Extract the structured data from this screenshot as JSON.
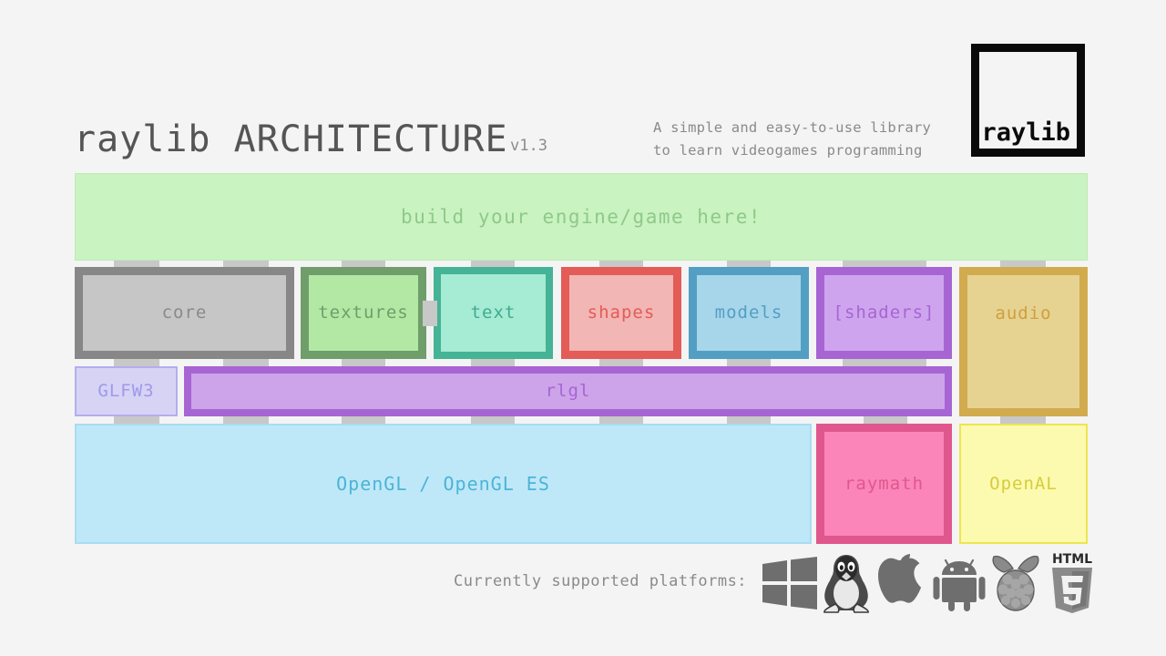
{
  "header": {
    "title_part1": "raylib ",
    "title_part2": "ARCHITECTURE",
    "title_full": "raylib ARCHITECTURE",
    "version": "v1.3",
    "tagline_line1": "A simple and easy-to-use library",
    "tagline_line2": "to learn videogames programming",
    "logo_text": "raylib"
  },
  "banner": {
    "label": "build your engine/game here!"
  },
  "modules": [
    {
      "id": "core",
      "label": "core",
      "border": "#878787",
      "fill": "#c6c6c6",
      "text": "#8a8a8a"
    },
    {
      "id": "textures",
      "label": "textures",
      "border": "#6f9e6b",
      "fill": "#b2e8a4",
      "text": "#6f9e6b"
    },
    {
      "id": "text",
      "label": "text",
      "border": "#45b395",
      "fill": "#a6ebd4",
      "text": "#3fab8f"
    },
    {
      "id": "shapes",
      "label": "shapes",
      "border": "#e35c57",
      "fill": "#f2b6b4",
      "text": "#e35c57"
    },
    {
      "id": "models",
      "label": "models",
      "border": "#539fc4",
      "fill": "#a7d6ea",
      "text": "#539fc4"
    },
    {
      "id": "shaders",
      "label": "[shaders]",
      "border": "#a765d4",
      "fill": "#cfa4ee",
      "text": "#a765d4"
    },
    {
      "id": "audio",
      "label": "audio",
      "border": "#d2ab4e",
      "fill": "#e6d392",
      "text": "#cf9f3d"
    }
  ],
  "middle_layer": [
    {
      "id": "glfw3",
      "label": "GLFW3",
      "border": "#b3aeee",
      "fill": "#d6d3f5",
      "text": "#9f99ea"
    },
    {
      "id": "rlgl",
      "label": "rlgl",
      "border": "#a765d4",
      "fill": "#cda4ea",
      "text": "#a765d4"
    }
  ],
  "bottom_layer": [
    {
      "id": "opengl",
      "label": "OpenGL / OpenGL ES",
      "border": "#a9dcf2",
      "fill": "#bee8f8",
      "text": "#4cb4d6"
    },
    {
      "id": "raymath",
      "label": "raymath",
      "border": "#e0578d",
      "fill": "#fb85b8",
      "text": "#e0578d"
    },
    {
      "id": "openal",
      "label": "OpenAL",
      "border": "#ece552",
      "fill": "#fbfaae",
      "text": "#d6cc3d"
    }
  ],
  "footer": {
    "platforms_label": "Currently supported platforms:",
    "platforms": [
      {
        "name": "windows-icon",
        "title": "Windows"
      },
      {
        "name": "linux-icon",
        "title": "Linux"
      },
      {
        "name": "apple-icon",
        "title": "macOS"
      },
      {
        "name": "android-icon",
        "title": "Android"
      },
      {
        "name": "raspberrypi-icon",
        "title": "Raspberry Pi"
      },
      {
        "name": "html5-icon",
        "title": "HTML5"
      }
    ]
  },
  "colors": {
    "background": "#f4f4f4",
    "connector": "#c8c8c8",
    "logo": "#0a0a0a",
    "muted_text": "#8a8a8a"
  }
}
